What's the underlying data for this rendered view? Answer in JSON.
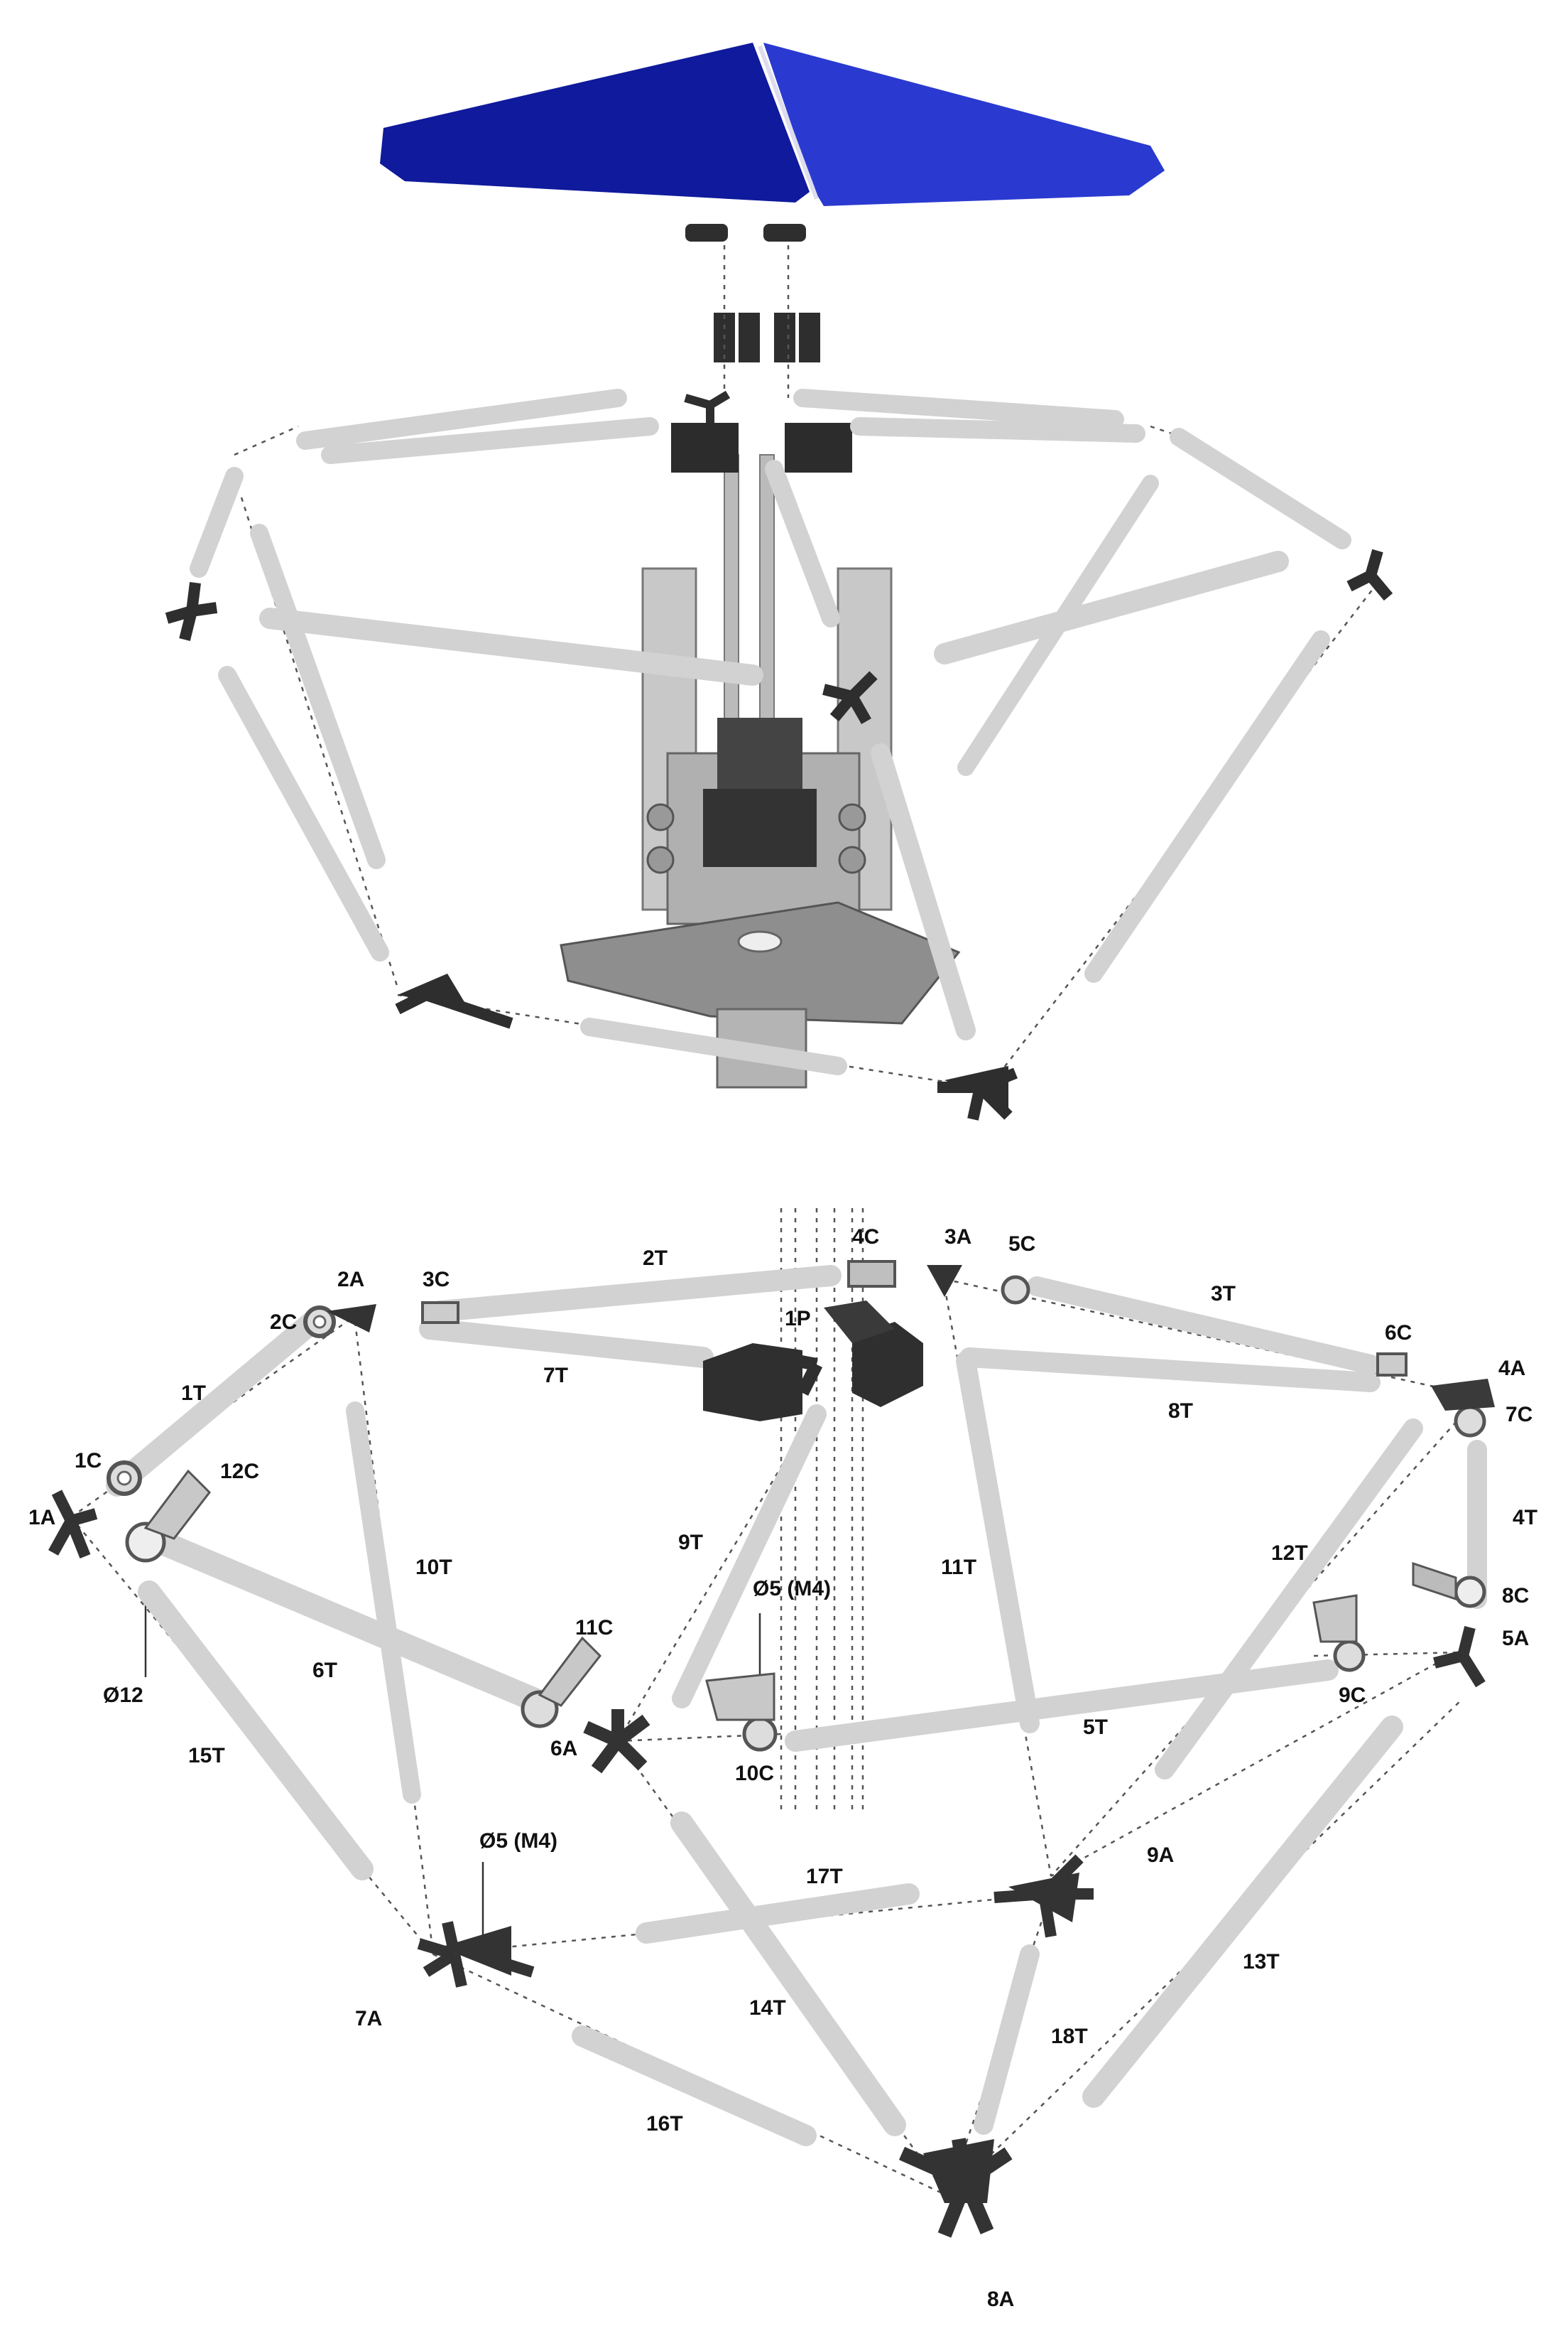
{
  "colors": {
    "canopy": "#0f1a9c",
    "canopy_light": "#2a3ad0",
    "tube_light": "#d2d2d2",
    "tube_mid": "#b5b5b5",
    "tube_edge": "#8a8a8a",
    "connector": "#2e2e2e",
    "plate": "#8c8c8c",
    "leader": "#555555"
  },
  "labels": {
    "tubes": [
      "1T",
      "2T",
      "3T",
      "4T",
      "5T",
      "6T",
      "7T",
      "8T",
      "9T",
      "10T",
      "11T",
      "12T",
      "13T",
      "14T",
      "15T",
      "16T",
      "17T",
      "18T"
    ],
    "angle_connectors": [
      "1A",
      "2A",
      "3A",
      "4A",
      "5A",
      "6A",
      "7A",
      "8A",
      "9A"
    ],
    "clamps": [
      "1C",
      "2C",
      "3C",
      "4C",
      "5C",
      "6C",
      "7C",
      "8C",
      "9C",
      "10C",
      "11C",
      "12C"
    ],
    "hub": "1P",
    "dimensions": {
      "tube_diameter": "Ø12",
      "hole_top": "Ø5 (M4)",
      "hole_bottom": "Ø5 (M4)"
    }
  }
}
